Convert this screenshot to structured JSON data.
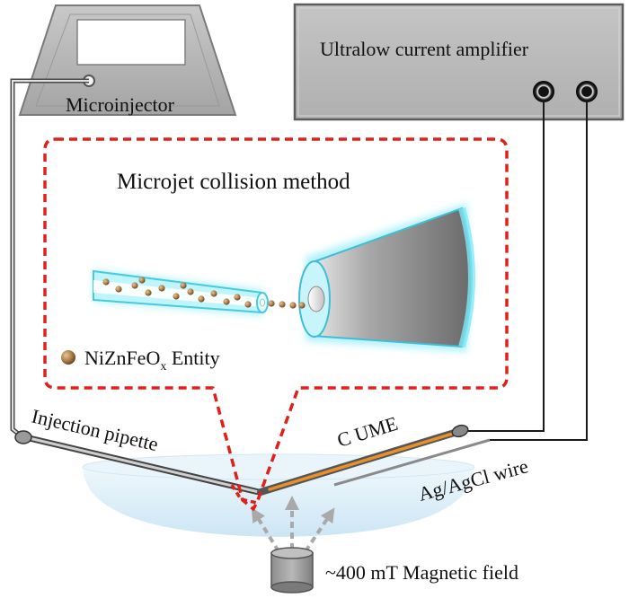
{
  "labels": {
    "microinjector": "Microinjector",
    "amplifier": "Ultralow current amplifier",
    "method_title": "Microjet collision method",
    "entity_prefix": "NiZnFeO",
    "entity_subscript": "x",
    "entity_suffix": " Entity",
    "injection_pipette": "Injection pipette",
    "c_ume": "C UME",
    "ag_agcl_wire": "Ag/AgCl wire",
    "magnetic_field": "~400 mT Magnetic field"
  },
  "colors": {
    "device_gray": "#b3b3b3",
    "screen_white": "#ffffff",
    "callout_red": "#e0201b",
    "pipette_cyan": "#7fe9f7",
    "ume_orange": "#e8902a",
    "solution_blue": "#d9eef8",
    "particle_brown": "#9a7040"
  },
  "icons": {
    "amplifier_terminals": "terminal-jack-icon",
    "magnet": "cylinder-magnet-icon",
    "entity_marker": "sphere-particle-icon"
  }
}
